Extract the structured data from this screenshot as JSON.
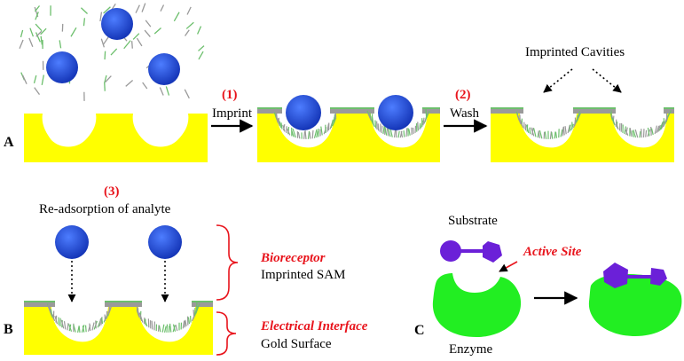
{
  "panels": {
    "a": "A",
    "b": "B",
    "c": "C"
  },
  "steps": {
    "imprint": {
      "num": "(1)",
      "label": "Imprint"
    },
    "wash": {
      "num": "(2)",
      "label": "Wash"
    },
    "readsorb": {
      "num": "(3)",
      "label": "Re-adsorption of analyte"
    }
  },
  "annotations": {
    "imprinted_cavities": "Imprinted Cavities",
    "bioreceptor": "Bioreceptor",
    "imprinted_sam": "Imprinted SAM",
    "electrical_interface": "Electrical Interface",
    "gold_surface": "Gold Surface",
    "substrate": "Substrate",
    "active_site": "Active Site",
    "enzyme": "Enzyme"
  },
  "colors": {
    "gold": "#ffff00",
    "analyte": "#1f4fe0",
    "enzyme": "#22ee22",
    "substrate": "#6b20d8",
    "sam_green": "#6dbf6d",
    "sam_grey": "#9a9a9a",
    "accent_red": "#e8141c"
  }
}
